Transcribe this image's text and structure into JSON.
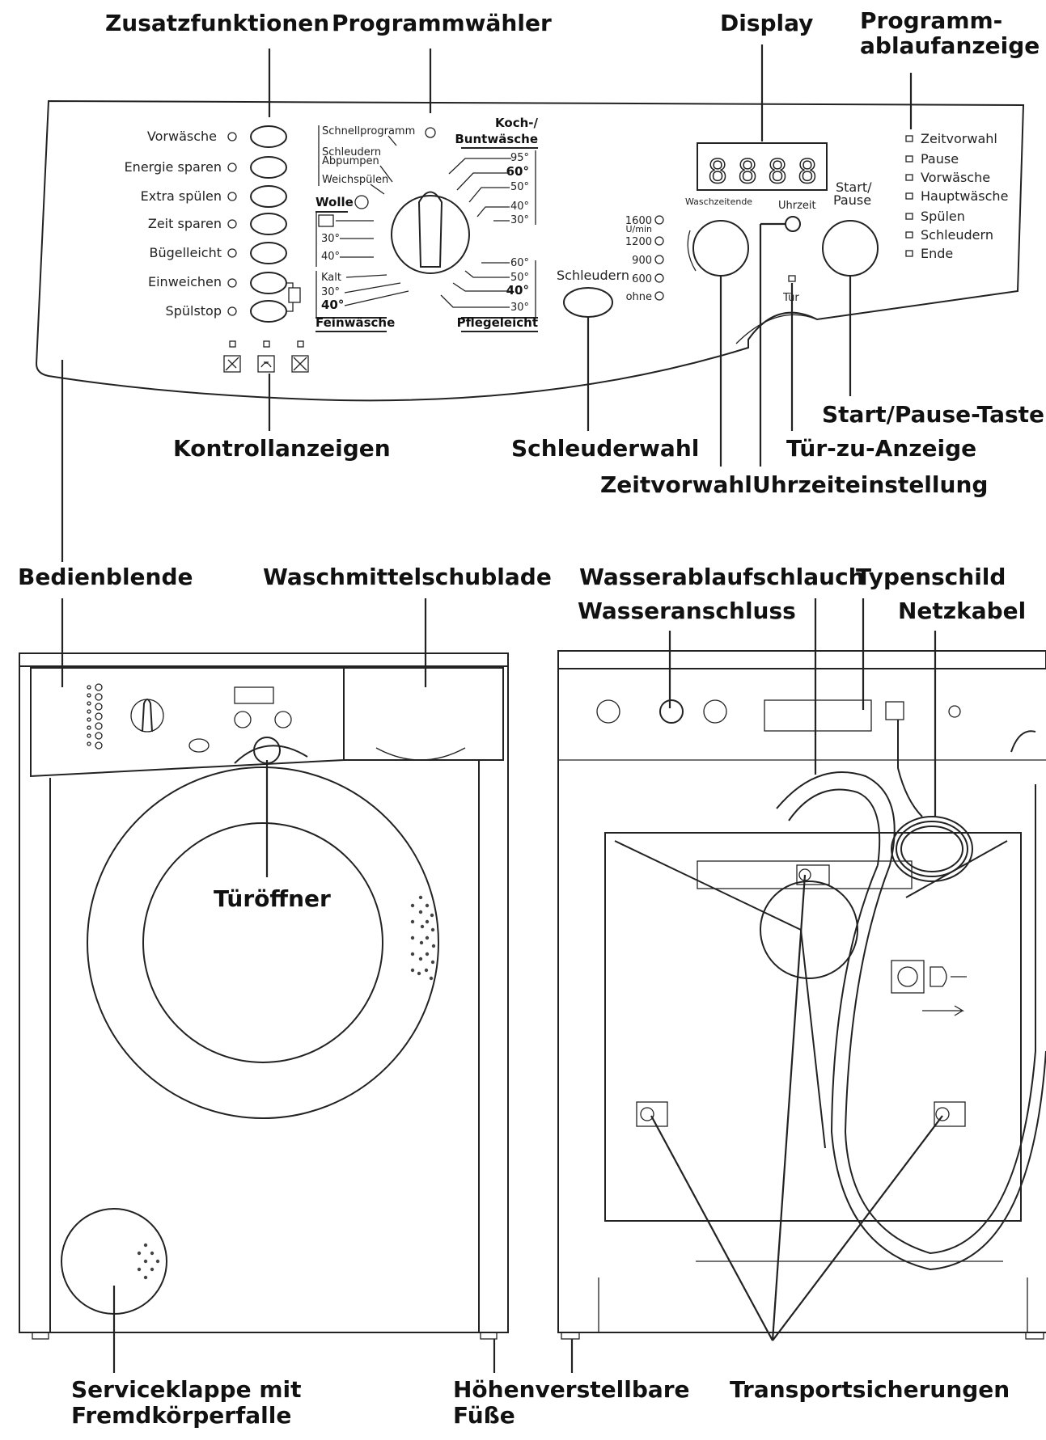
{
  "panel": {
    "callouts": {
      "zusatzfunktionen": "Zusatzfunktionen",
      "programmwaehler": "Programmwähler",
      "display": "Display",
      "programmablauf_1": "Programm-",
      "programmablauf_2": "ablaufanzeige",
      "kontrollanzeigen": "Kontrollanzeigen",
      "schleuderwahl": "Schleuderwahl",
      "zeitvorwahl": "Zeitvorwahl",
      "uhrzeiteinstellung": "Uhrzeiteinstellung",
      "tuer_zu_anzeige": "Tür-zu-Anzeige",
      "start_pause_taste": "Start/Pause-Taste"
    },
    "options": [
      "Vorwäsche",
      "Energie sparen",
      "Extra spülen",
      "Zeit sparen",
      "Bügelleicht",
      "Einweichen",
      "Spülstop"
    ],
    "dial": {
      "left_top": [
        "Schnellprogramm",
        "Schleudern",
        "Abpumpen",
        "Weichspülen"
      ],
      "wolle": "Wolle",
      "wolle_temps": [
        "30°",
        "40°"
      ],
      "fein_temps": [
        "Kalt",
        "30°",
        "40°"
      ],
      "feinwaesche": "Feinwäsche",
      "koch_1": "Koch-/",
      "koch_2": "Buntwäsche",
      "koch_temps": [
        "95°",
        "60°",
        "50°",
        "40°",
        "30°"
      ],
      "pflege_temps": [
        "60°",
        "50°",
        "40°",
        "30°"
      ],
      "pflegeleicht": "Pflegeleicht"
    },
    "spin": {
      "label": "Schleudern",
      "speeds": [
        "1600",
        "1200",
        "900",
        "600",
        "ohne"
      ],
      "unit": "U/min"
    },
    "display_digits": "8888",
    "waschzeitende": "Waschzeitende",
    "uhrzeit": "Uhrzeit",
    "start_1": "Start/",
    "start_2": "Pause",
    "tuer": "Tür",
    "phases": [
      "Zeitvorwahl",
      "Pause",
      "Vorwäsche",
      "Hauptwäsche",
      "Spülen",
      "Schleudern",
      "Ende"
    ]
  },
  "front": {
    "bedienblende": "Bedienblende",
    "waschmittelschublade": "Waschmittelschublade",
    "tueroeffner": "Türöffner",
    "service_1": "Serviceklappe mit",
    "service_2": "Fremdkörperfalle",
    "fuesse_1": "Höhenverstellbare",
    "fuesse_2": "Füße"
  },
  "back": {
    "wasserablaufschlauch": "Wasserablaufschlauch",
    "typenschild": "Typenschild",
    "wasseranschluss": "Wasseranschluss",
    "netzkabel": "Netzkabel",
    "transportsicherungen": "Transportsicherungen"
  }
}
